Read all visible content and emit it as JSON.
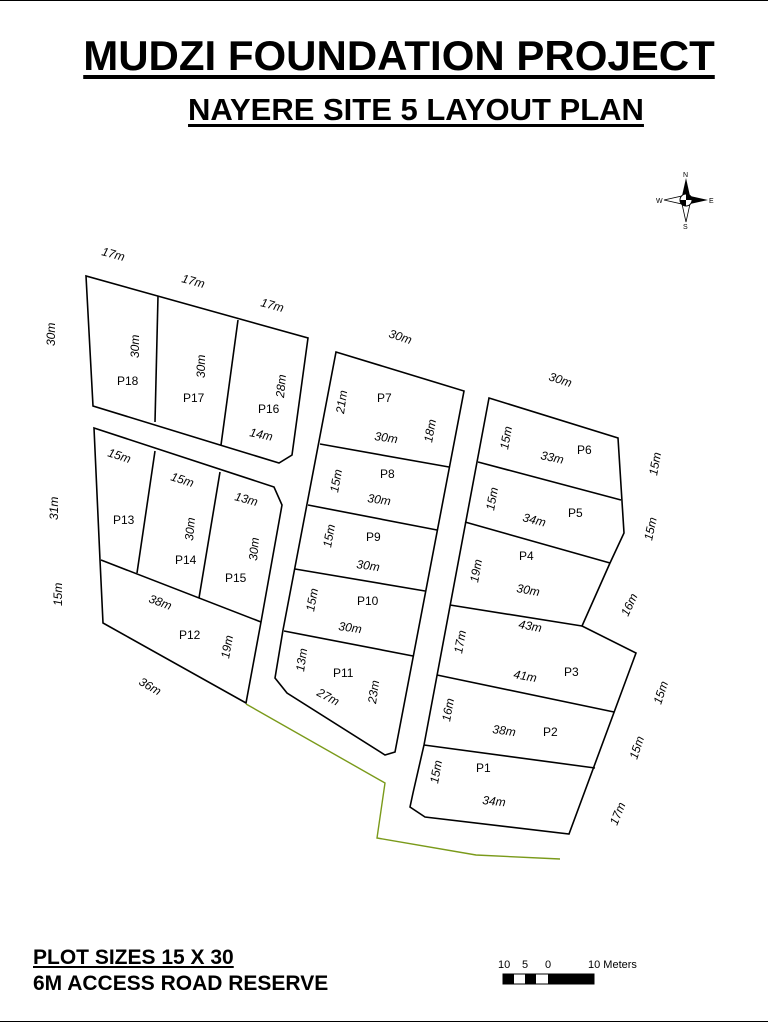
{
  "title": "MUDZI FOUNDATION PROJECT",
  "subtitle": "NAYERE SITE 5 LAYOUT PLAN",
  "notes": {
    "plot_sizes": "PLOT SIZES 15 X 30",
    "road_reserve": "6M ACCESS ROAD RESERVE"
  },
  "compass": {
    "n": "N",
    "s": "S",
    "e": "E",
    "w": "W"
  },
  "scale_bar": {
    "labels": [
      "10",
      "5",
      "0",
      "10 Meters"
    ]
  },
  "colors": {
    "plot_outline": "#000000",
    "road_line": "#7a9a1a",
    "text": "#000000"
  },
  "plots": [
    "P1",
    "P2",
    "P3",
    "P4",
    "P5",
    "P6",
    "P7",
    "P8",
    "P9",
    "P10",
    "P11",
    "P12",
    "P13",
    "P14",
    "P15",
    "P16",
    "P17",
    "P18"
  ],
  "dimensions": [
    "17m",
    "17m",
    "17m",
    "30m",
    "30m",
    "30m",
    "28m",
    "14m",
    "30m",
    "21m",
    "18m",
    "30m",
    "30m",
    "33m",
    "15m",
    "15m",
    "15m",
    "34m",
    "15m",
    "31m",
    "15m",
    "15m",
    "13m",
    "30m",
    "30m",
    "15m",
    "30m",
    "15m",
    "30m",
    "19m",
    "30m",
    "16m",
    "15m",
    "30m",
    "43m",
    "38m",
    "19m",
    "15m",
    "13m",
    "27m",
    "23m",
    "17m",
    "41m",
    "15m",
    "36m",
    "16m",
    "38m",
    "15m",
    "15m",
    "34m",
    "17m"
  ]
}
